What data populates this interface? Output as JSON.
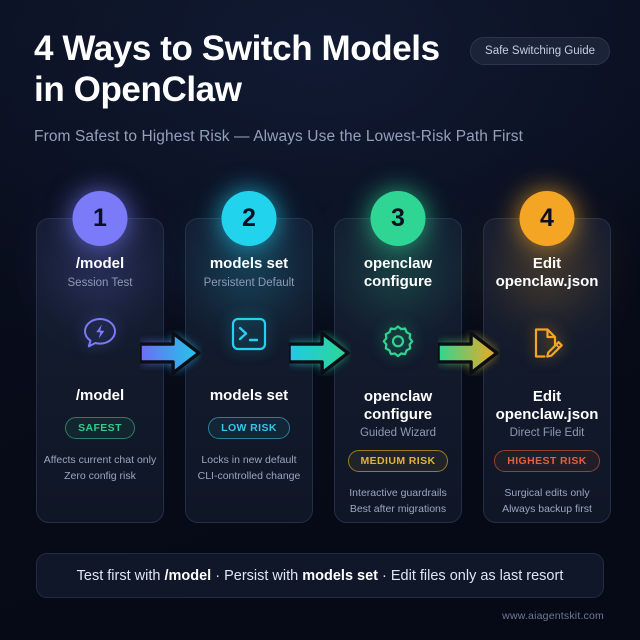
{
  "header": {
    "title_line1": "4 Ways to Switch Models",
    "title_line2": "in OpenClaw",
    "subtitle": "From Safest to Highest Risk — Always Use the Lowest-Risk Path First",
    "tag": "Safe Switching Guide"
  },
  "cards": [
    {
      "number": "1",
      "title": "/model",
      "subtitle": "Session Test",
      "icon": "speech-bubble-lightning-icon",
      "mid_label": "/model",
      "mid_sub": "",
      "risk": "SAFEST",
      "note1": "Affects current chat only",
      "note2": "Zero config risk",
      "accent": "#7b7bfa",
      "risk_color": "#35c98a",
      "risk_border": "#2f7f5e"
    },
    {
      "number": "2",
      "title": "models set",
      "subtitle": "Persistent Default",
      "icon": "terminal-icon",
      "mid_label": "models set",
      "mid_sub": "",
      "risk": "LOW RISK",
      "note1": "Locks in new default",
      "note2": "CLI-controlled change",
      "accent": "#22d3ee",
      "risk_color": "#35c6e8",
      "risk_border": "#2a7f96"
    },
    {
      "number": "3",
      "title": "openclaw configure",
      "subtitle": "",
      "icon": "gear-icon",
      "mid_label": "openclaw configure",
      "mid_sub": "Guided Wizard",
      "risk": "MEDIUM RISK",
      "note1": "Interactive guardrails",
      "note2": "Best after migrations",
      "accent": "#2fd693",
      "risk_color": "#e2b33c",
      "risk_border": "#9a7a22"
    },
    {
      "number": "4",
      "title": "Edit openclaw.json",
      "subtitle": "",
      "icon": "document-pencil-icon",
      "mid_label": "Edit openclaw.json",
      "mid_sub": "Direct File Edit",
      "risk": "HIGHEST RISK",
      "note1": "Surgical edits only",
      "note2": "Always backup first",
      "accent": "#f5a524",
      "risk_color": "#e2603f",
      "risk_border": "#94402c"
    }
  ],
  "arrows": [
    {
      "from": "#6d6cf7",
      "to": "#22c9e8"
    },
    {
      "from": "#22c9e8",
      "to": "#2fd693"
    },
    {
      "from": "#2fd693",
      "to": "#f2a81e"
    }
  ],
  "footer": {
    "part1": "Test first with ",
    "bold1": "/model",
    "part2": " · Persist with ",
    "bold2": "models set",
    "part3": " · Edit files only as last resort",
    "site": "www.aiagentskit.com"
  }
}
